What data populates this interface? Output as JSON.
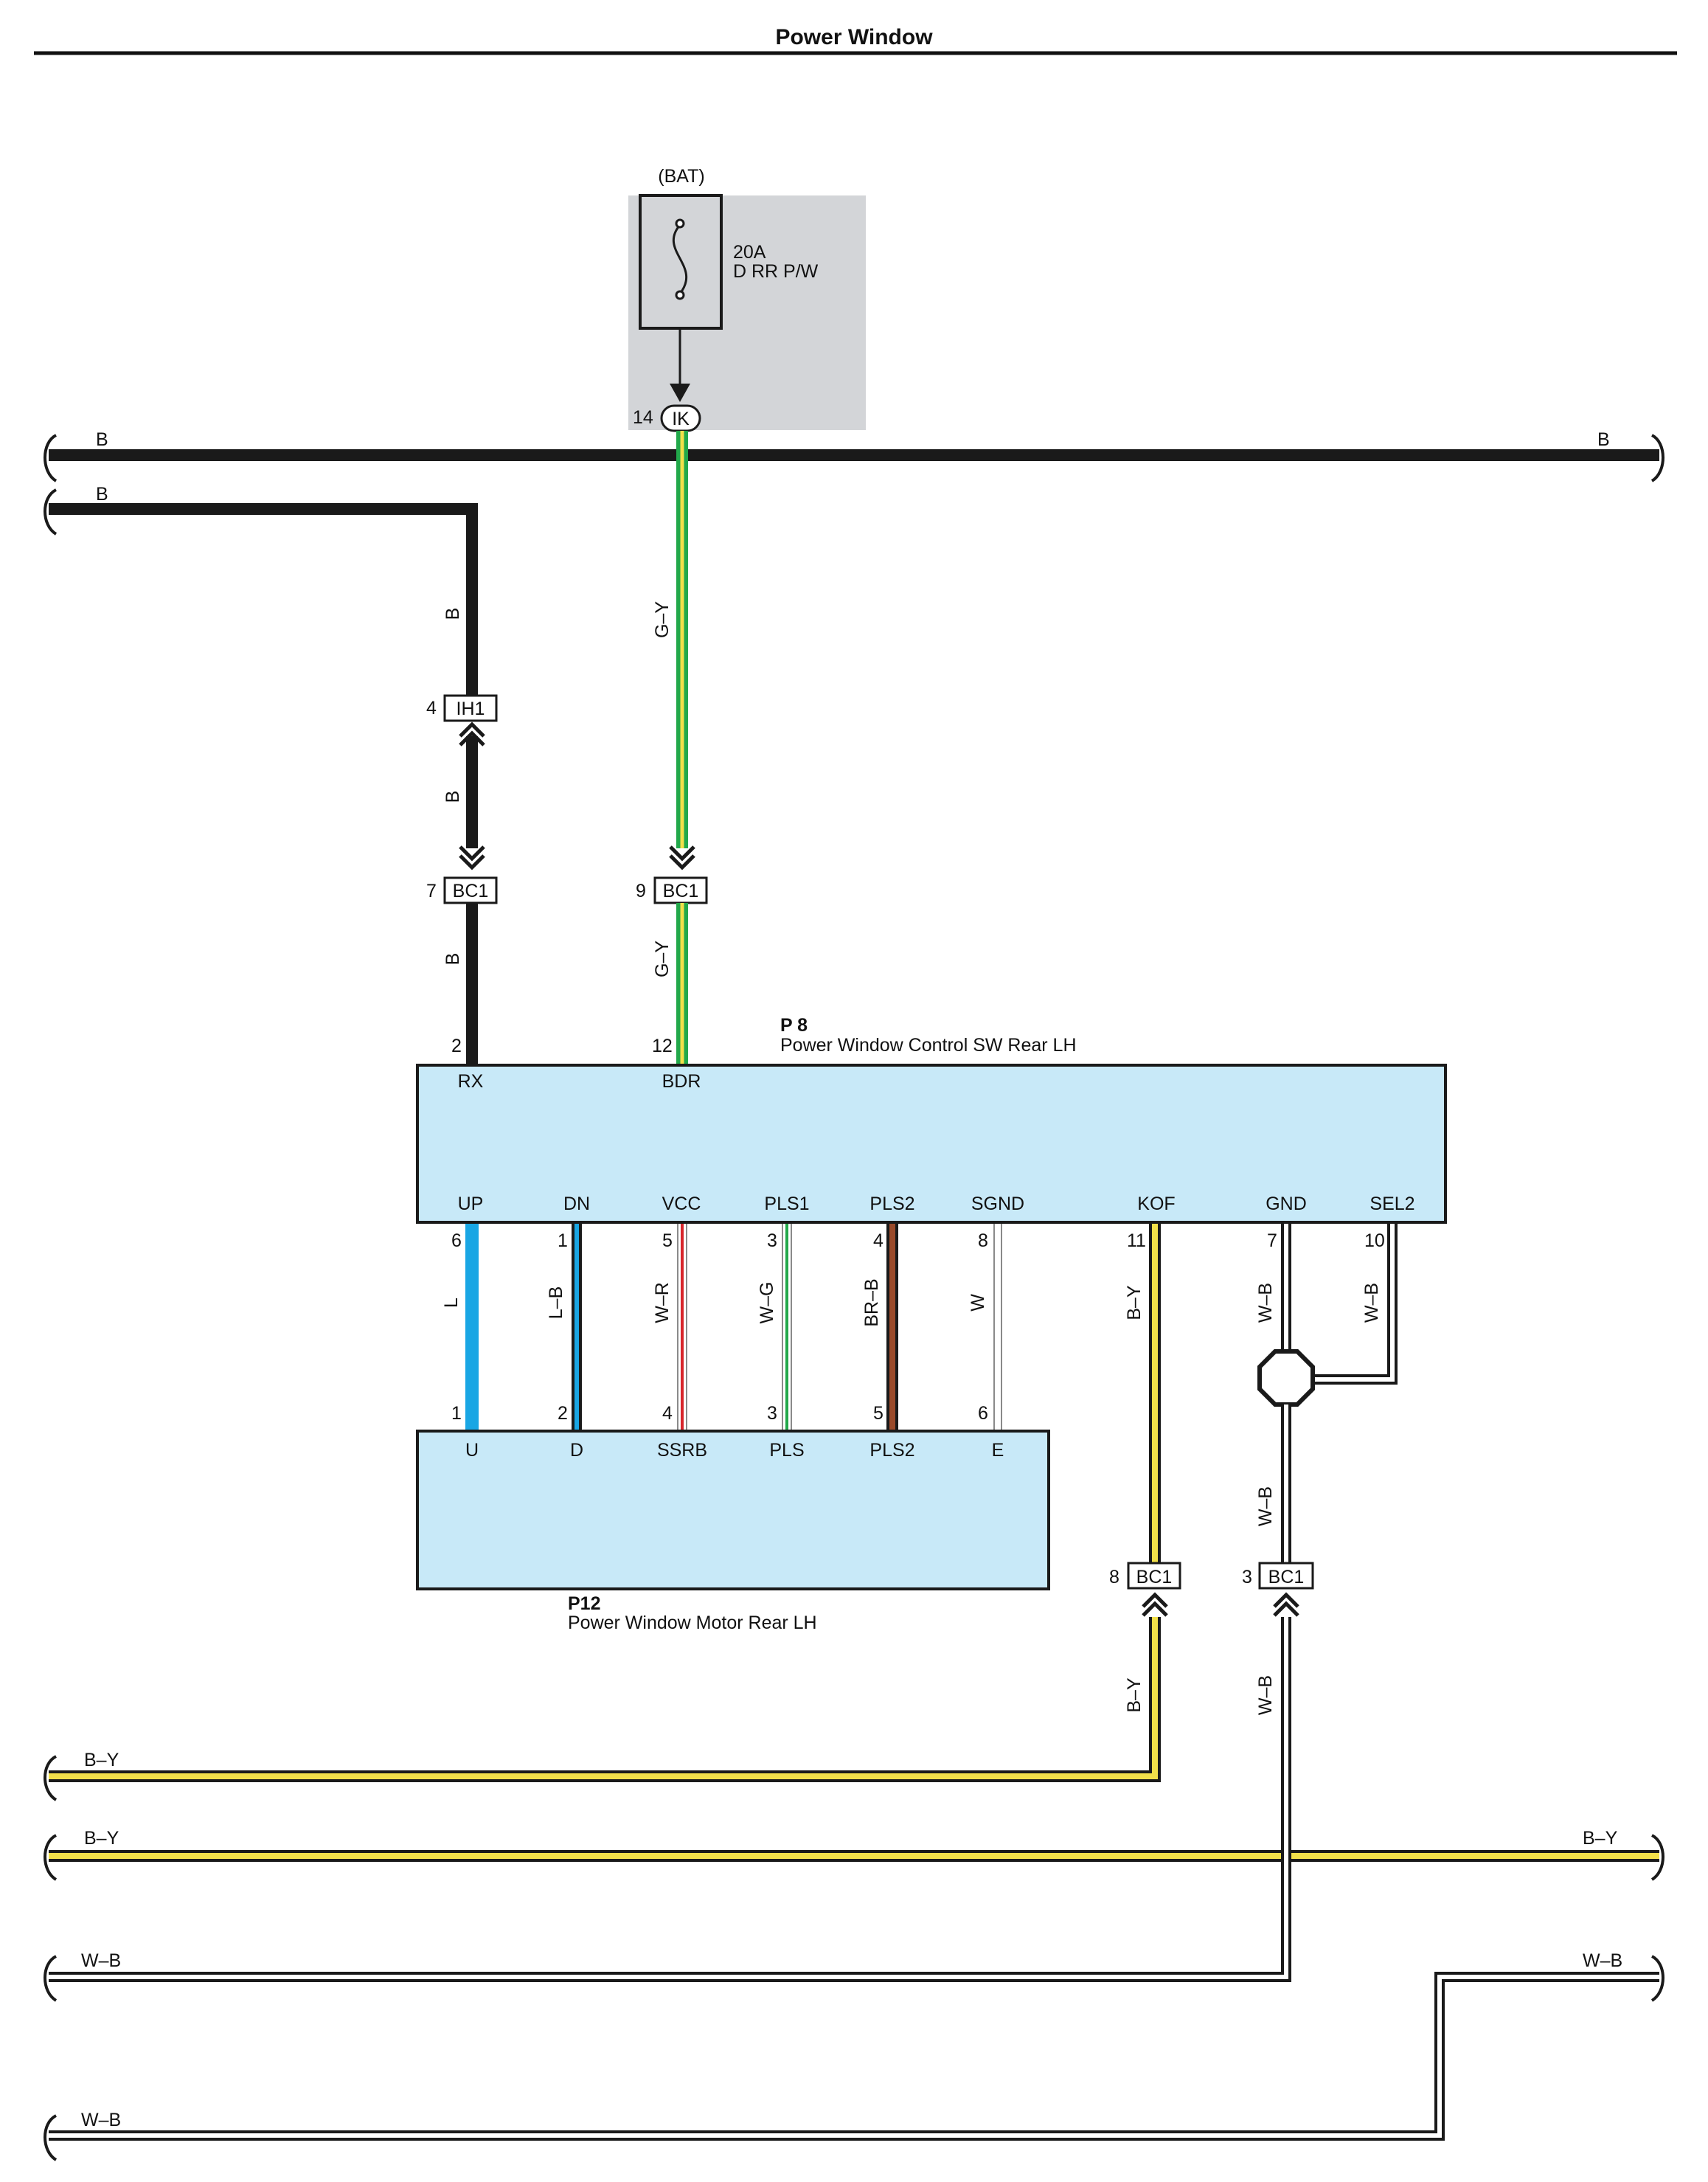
{
  "title": "Power Window",
  "colors": {
    "component_fill": "#c8e9f8",
    "fuse_block_bg": "#d3d5d8",
    "wire_black": "#1a1a1a",
    "wire_green": "#22a84a",
    "wire_yellow": "#f2e04a",
    "wire_blue": "#19a6e4",
    "wire_red": "#d8262c",
    "wire_brown": "#9a4a2a"
  },
  "fuse": {
    "source": "(BAT)",
    "rating": "20A",
    "name": "D RR P/W",
    "pin": "14",
    "connector": "IK"
  },
  "bus_wires": {
    "b_top_left": "B",
    "b_top_right": "B",
    "b_second_left": "B",
    "by_left_1": "B–Y",
    "by_left_2": "B–Y",
    "by_right": "B–Y",
    "wb_left_1": "W–B",
    "wb_right": "W–B",
    "wb_left_2": "W–B"
  },
  "upper_wires": {
    "b_1": "B",
    "b_2": "B",
    "b_3": "B",
    "gy_1": "G–Y",
    "gy_2": "G–Y"
  },
  "connectors": {
    "ih1": {
      "pin": "4",
      "name": "IH1"
    },
    "bc1_b": {
      "pin": "7",
      "name": "BC1"
    },
    "bc1_gy": {
      "pin": "9",
      "name": "BC1"
    },
    "bc1_by": {
      "pin": "8",
      "name": "BC1"
    },
    "bc1_wb": {
      "pin": "3",
      "name": "BC1"
    }
  },
  "p8": {
    "code": "P 8",
    "name": "Power Window Control SW Rear LH",
    "top_pins": [
      {
        "num": "2",
        "label": "RX"
      },
      {
        "num": "12",
        "label": "BDR"
      }
    ],
    "bottom_pins": [
      {
        "num": "6",
        "label": "UP"
      },
      {
        "num": "1",
        "label": "DN"
      },
      {
        "num": "5",
        "label": "VCC"
      },
      {
        "num": "3",
        "label": "PLS1"
      },
      {
        "num": "4",
        "label": "PLS2"
      },
      {
        "num": "8",
        "label": "SGND"
      },
      {
        "num": "11",
        "label": "KOF"
      },
      {
        "num": "7",
        "label": "GND"
      },
      {
        "num": "10",
        "label": "SEL2"
      }
    ]
  },
  "p12": {
    "code": "P12",
    "name": "Power Window Motor Rear LH",
    "top_pins": [
      {
        "num": "1",
        "label": "U"
      },
      {
        "num": "2",
        "label": "D"
      },
      {
        "num": "4",
        "label": "SSRB"
      },
      {
        "num": "3",
        "label": "PLS"
      },
      {
        "num": "5",
        "label": "PLS2"
      },
      {
        "num": "6",
        "label": "E"
      }
    ]
  },
  "link_wires": {
    "up": "L",
    "dn": "L–B",
    "vcc": "W–R",
    "pls1": "W–G",
    "pls2": "BR–B",
    "sgnd": "W",
    "kof": "B–Y",
    "gnd": "W–B",
    "sel2": "W–B",
    "wb_mid": "W–B",
    "by_low": "B–Y",
    "wb_low": "W–B"
  }
}
